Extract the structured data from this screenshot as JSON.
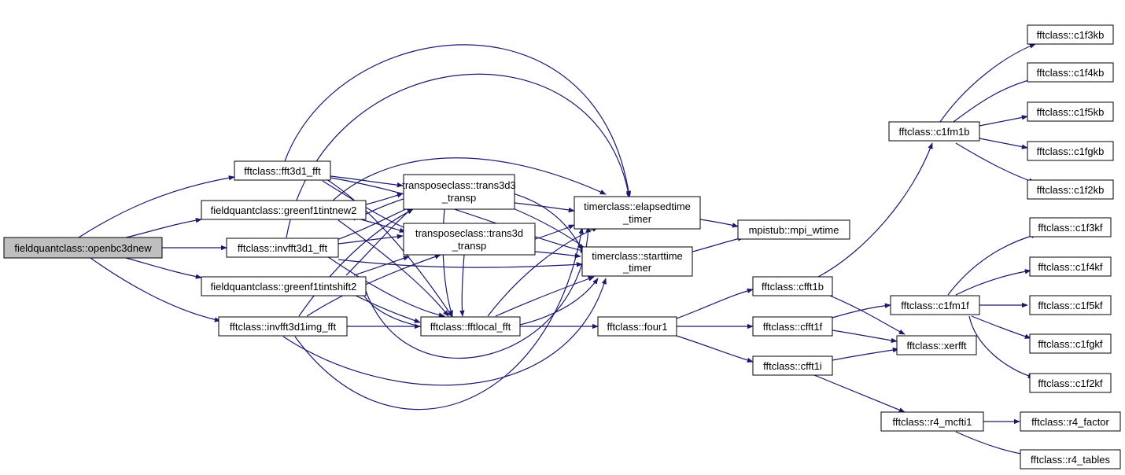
{
  "colors": {
    "edge": "#191970",
    "root_fill": "#bfbfbf",
    "node_fill": "#ffffff",
    "node_stroke": "#000000"
  },
  "nodes": {
    "openbc3dnew": [
      "fieldquantclass::openbc3dnew"
    ],
    "fft3d1": [
      "fftclass::fft3d1_fft"
    ],
    "greenf1tintnew2": [
      "fieldquantclass::greenf1tintnew2"
    ],
    "invfft3d1": [
      "fftclass::invfft3d1_fft"
    ],
    "greenf1tintshift2": [
      "fieldquantclass::greenf1tintshift2"
    ],
    "invfft3d1img": [
      "fftclass::invfft3d1img_fft"
    ],
    "trans3d3": [
      "transposeclass::trans3d3",
      "_transp"
    ],
    "trans3d": [
      "transposeclass::trans3d",
      "_transp"
    ],
    "fftlocal": [
      "fftclass::fftlocal_fft"
    ],
    "elapsedtime": [
      "timerclass::elapsedtime",
      "_timer"
    ],
    "starttime": [
      "timerclass::starttime",
      "_timer"
    ],
    "mpiwtime": [
      "mpistub::mpi_wtime"
    ],
    "four1": [
      "fftclass::four1"
    ],
    "cfft1b": [
      "fftclass::cfft1b"
    ],
    "cfft1f": [
      "fftclass::cfft1f"
    ],
    "cfft1i": [
      "fftclass::cfft1i"
    ],
    "c1fm1b": [
      "fftclass::c1fm1b"
    ],
    "c1fm1f": [
      "fftclass::c1fm1f"
    ],
    "xerfft": [
      "fftclass::xerfft"
    ],
    "r4mcfti1": [
      "fftclass::r4_mcfti1"
    ],
    "c1f3kb": [
      "fftclass::c1f3kb"
    ],
    "c1f4kb": [
      "fftclass::c1f4kb"
    ],
    "c1f5kb": [
      "fftclass::c1f5kb"
    ],
    "c1fgkb": [
      "fftclass::c1fgkb"
    ],
    "c1f2kb": [
      "fftclass::c1f2kb"
    ],
    "c1f3kf": [
      "fftclass::c1f3kf"
    ],
    "c1f4kf": [
      "fftclass::c1f4kf"
    ],
    "c1f5kf": [
      "fftclass::c1f5kf"
    ],
    "c1fgkf": [
      "fftclass::c1fgkf"
    ],
    "c1f2kf": [
      "fftclass::c1f2kf"
    ],
    "r4factor": [
      "fftclass::r4_factor"
    ],
    "r4tables": [
      "fftclass::r4_tables"
    ]
  }
}
